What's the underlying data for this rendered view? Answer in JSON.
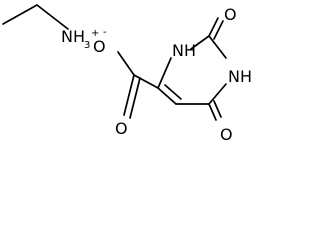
{
  "labels": {
    "ammonium": "NH",
    "ammonium_sub": "3",
    "ammonium_charge": "+",
    "carboxylate_charge": "-",
    "carbonyl_oxygen_left": "O",
    "carbonyl_oxygen_top": "O",
    "carbonyl_oxygen_bottom": "O",
    "ring_nh_top": "NH",
    "ring_nh_right": "NH"
  },
  "colors": {
    "ink": "#000000",
    "background": "#ffffff"
  }
}
